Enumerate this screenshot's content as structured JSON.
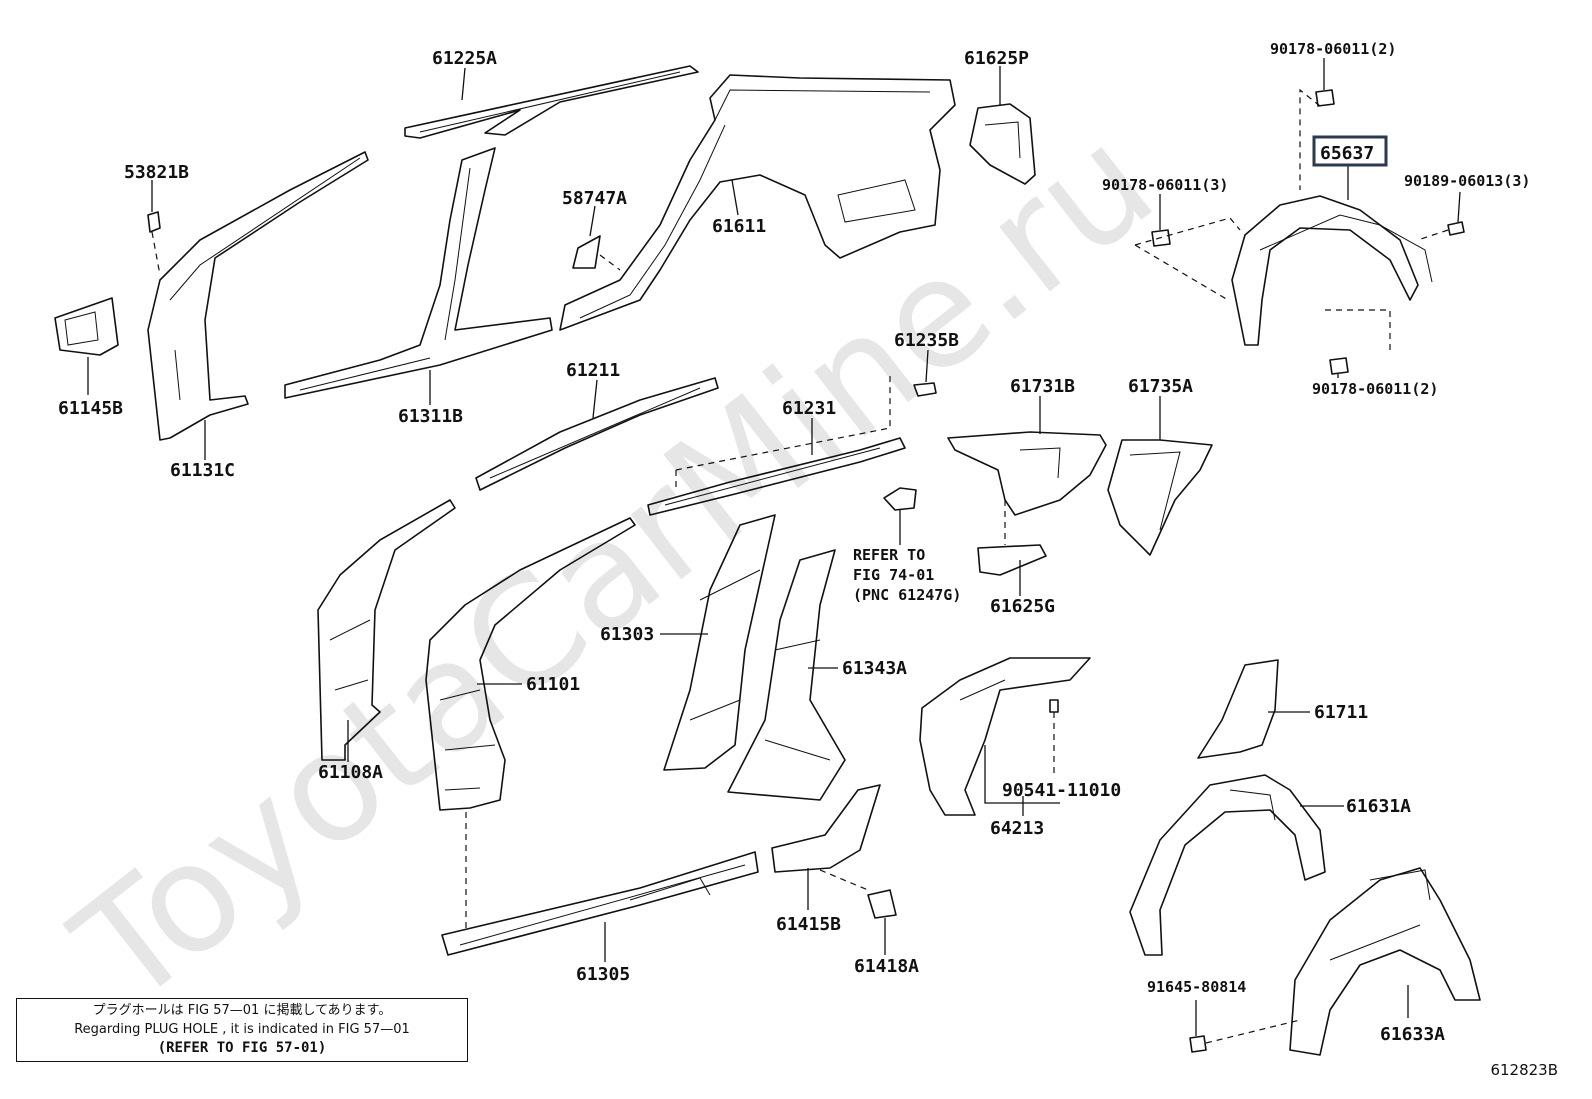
{
  "watermark": "ToyotaCarMine.ru",
  "figure_number": "612823B",
  "highlighted_part": "65637",
  "note": {
    "line1": "プラグホールは FIG 57—01 に掲載してあります。",
    "line2": "Regarding  PLUG  HOLE , it is indicated in FIG  57—01",
    "line3": "(REFER TO FIG 57-01)"
  },
  "refer_note": {
    "line1": "REFER TO",
    "line2": "FIG 74-01",
    "line3": "(PNC 61247G)"
  },
  "labels": {
    "p61225A": "61225A",
    "p61625P": "61625P",
    "p53821B": "53821B",
    "p58747A": "58747A",
    "p61611": "61611",
    "p61145B": "61145B",
    "p61311B": "61311B",
    "p61131C": "61131C",
    "p61211": "61211",
    "p61235B": "61235B",
    "p61231": "61231",
    "p61731B": "61731B",
    "p61735A": "61735A",
    "p61625G": "61625G",
    "p61303": "61303",
    "p61101": "61101",
    "p61343A": "61343A",
    "p61108A": "61108A",
    "p90541_11010": "90541-11010",
    "p64213": "64213",
    "p61711": "61711",
    "p61631A": "61631A",
    "p61305": "61305",
    "p61415B": "61415B",
    "p61418A": "61418A",
    "p91645_80814": "91645-80814",
    "p61633A": "61633A",
    "p90178_06011_2_top": "90178-06011(2)",
    "p90178_06011_3": "90178-06011(3)",
    "p90189_06013_3": "90189-06013(3)",
    "p90178_06011_2_bottom": "90178-06011(2)",
    "p65637": "65637"
  }
}
